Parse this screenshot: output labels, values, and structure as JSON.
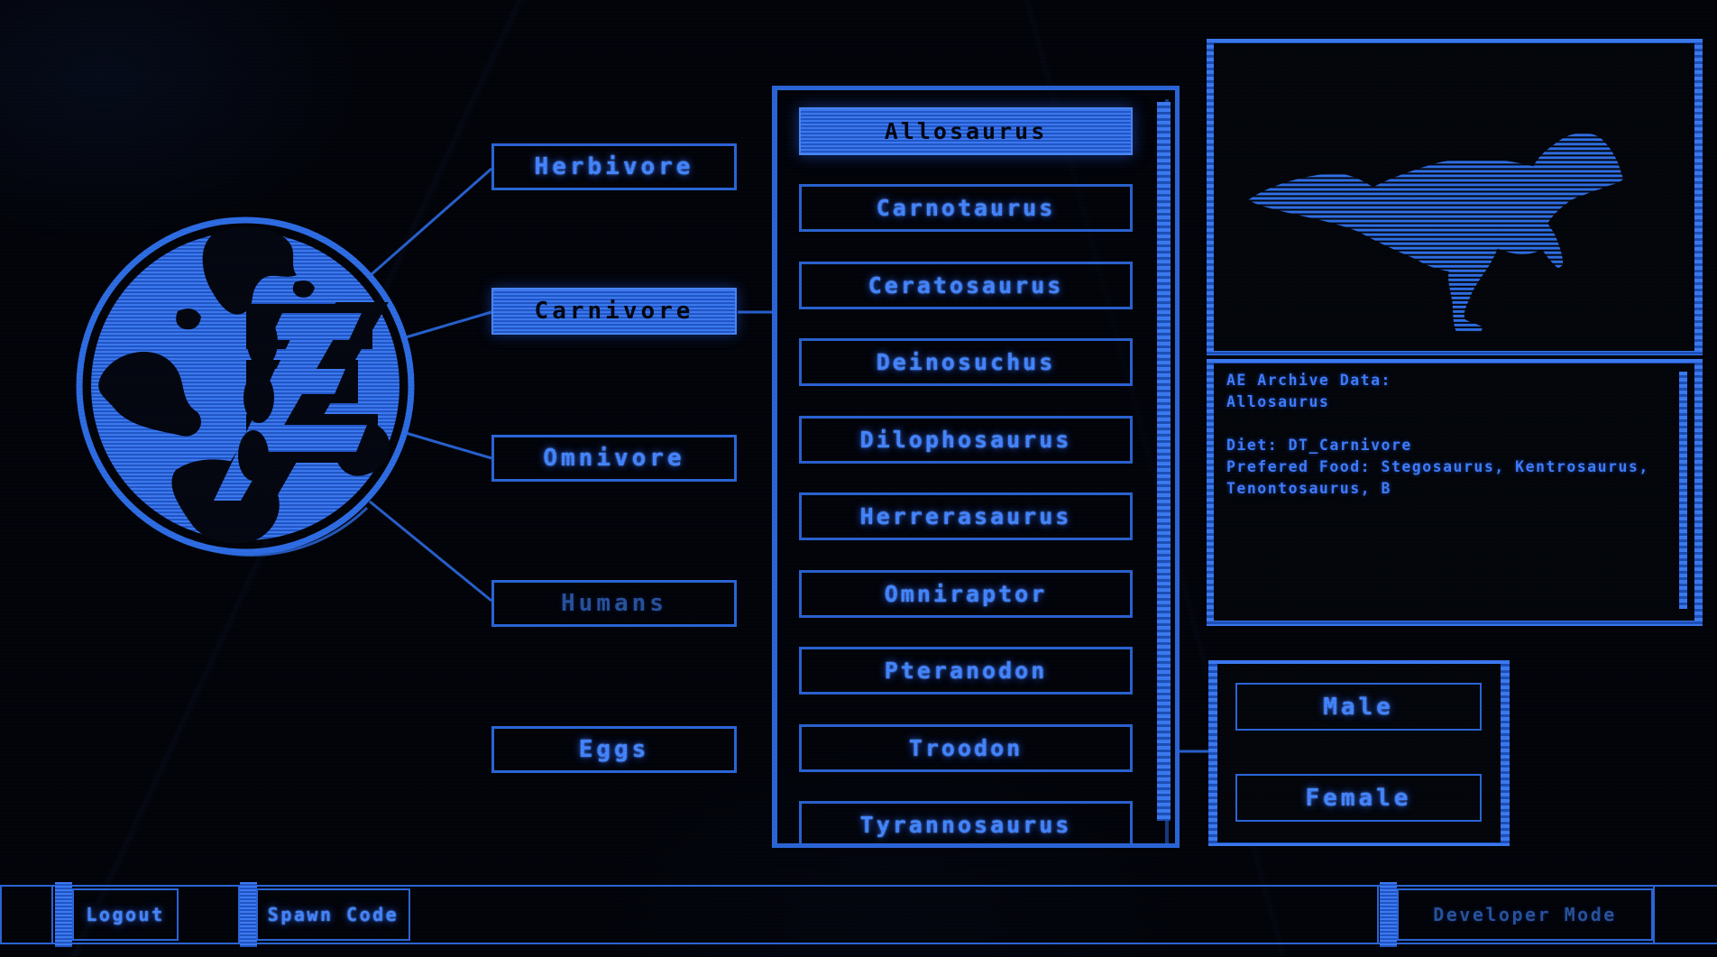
{
  "colors": {
    "accent": "#2b66d8",
    "accent_bright": "#4486ff",
    "accent_dim": "#28529c",
    "bg": "#020308",
    "text_on_fill": "#04070f"
  },
  "categories": [
    {
      "label": "Herbivore",
      "state": "normal"
    },
    {
      "label": "Carnivore",
      "state": "selected"
    },
    {
      "label": "Omnivore",
      "state": "normal"
    },
    {
      "label": "Humans",
      "state": "disabled"
    },
    {
      "label": "Eggs",
      "state": "normal"
    }
  ],
  "species": {
    "selected": "Allosaurus",
    "items": [
      "Allosaurus",
      "Carnotaurus",
      "Ceratosaurus",
      "Deinosuchus",
      "Dilophosaurus",
      "Herrerasaurus",
      "Omniraptor",
      "Pteranodon",
      "Troodon",
      "Tyrannosaurus"
    ]
  },
  "preview": {
    "silhouette": "allosaurus-silhouette"
  },
  "archive": {
    "lines": [
      "AE Archive Data:",
      "Allosaurus",
      "",
      "Diet: DT_Carnivore",
      "Prefered Food: Stegosaurus, Kentrosaurus,",
      "Tenontosaurus, B"
    ]
  },
  "sex": {
    "options": [
      "Male",
      "Female"
    ]
  },
  "footer": {
    "logout": "Logout",
    "spawn_code": "Spawn Code",
    "developer_mode": "Developer Mode"
  }
}
